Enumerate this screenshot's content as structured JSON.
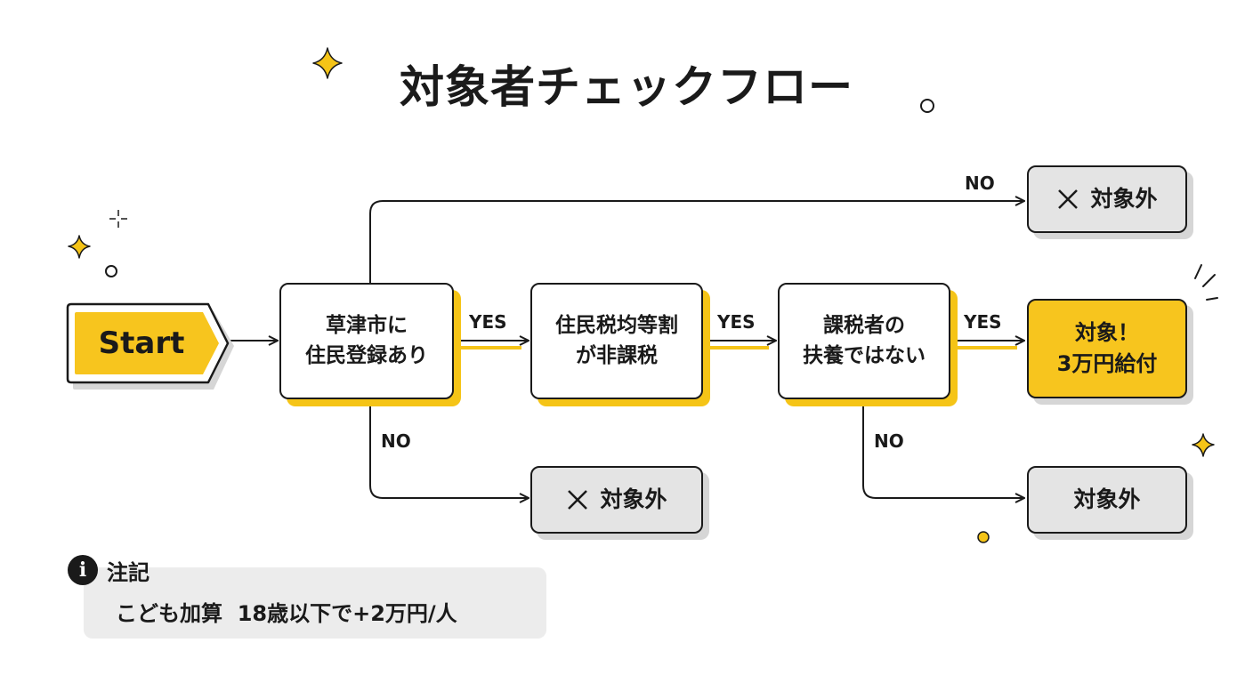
{
  "title": "対象者チェックフロー",
  "nodes": {
    "start": "Start",
    "q1": "草津市に\n住民登録あり",
    "q2": "住民税均等割\nが非課税",
    "q3": "課税者の\n扶養ではない",
    "result_target": "対象！\n3万円給付",
    "excluded_top": "対象外",
    "excluded_mid": "対象外",
    "excluded_bottom": "対象外"
  },
  "labels": {
    "yes1": "YES",
    "yes2": "YES",
    "yes3": "YES",
    "no_top": "NO",
    "no_q1": "NO",
    "no_q3": "NO"
  },
  "note": {
    "heading": "注記",
    "text": "こども加算  18歳以下で+2万円/人"
  },
  "colors": {
    "accent": "#f7c51e",
    "excluded": "#e4e4e4",
    "outline": "#1a1a1a"
  },
  "icons": {
    "excluded": "cross-icon",
    "note": "info-icon",
    "decor": "sparkle-icon"
  }
}
